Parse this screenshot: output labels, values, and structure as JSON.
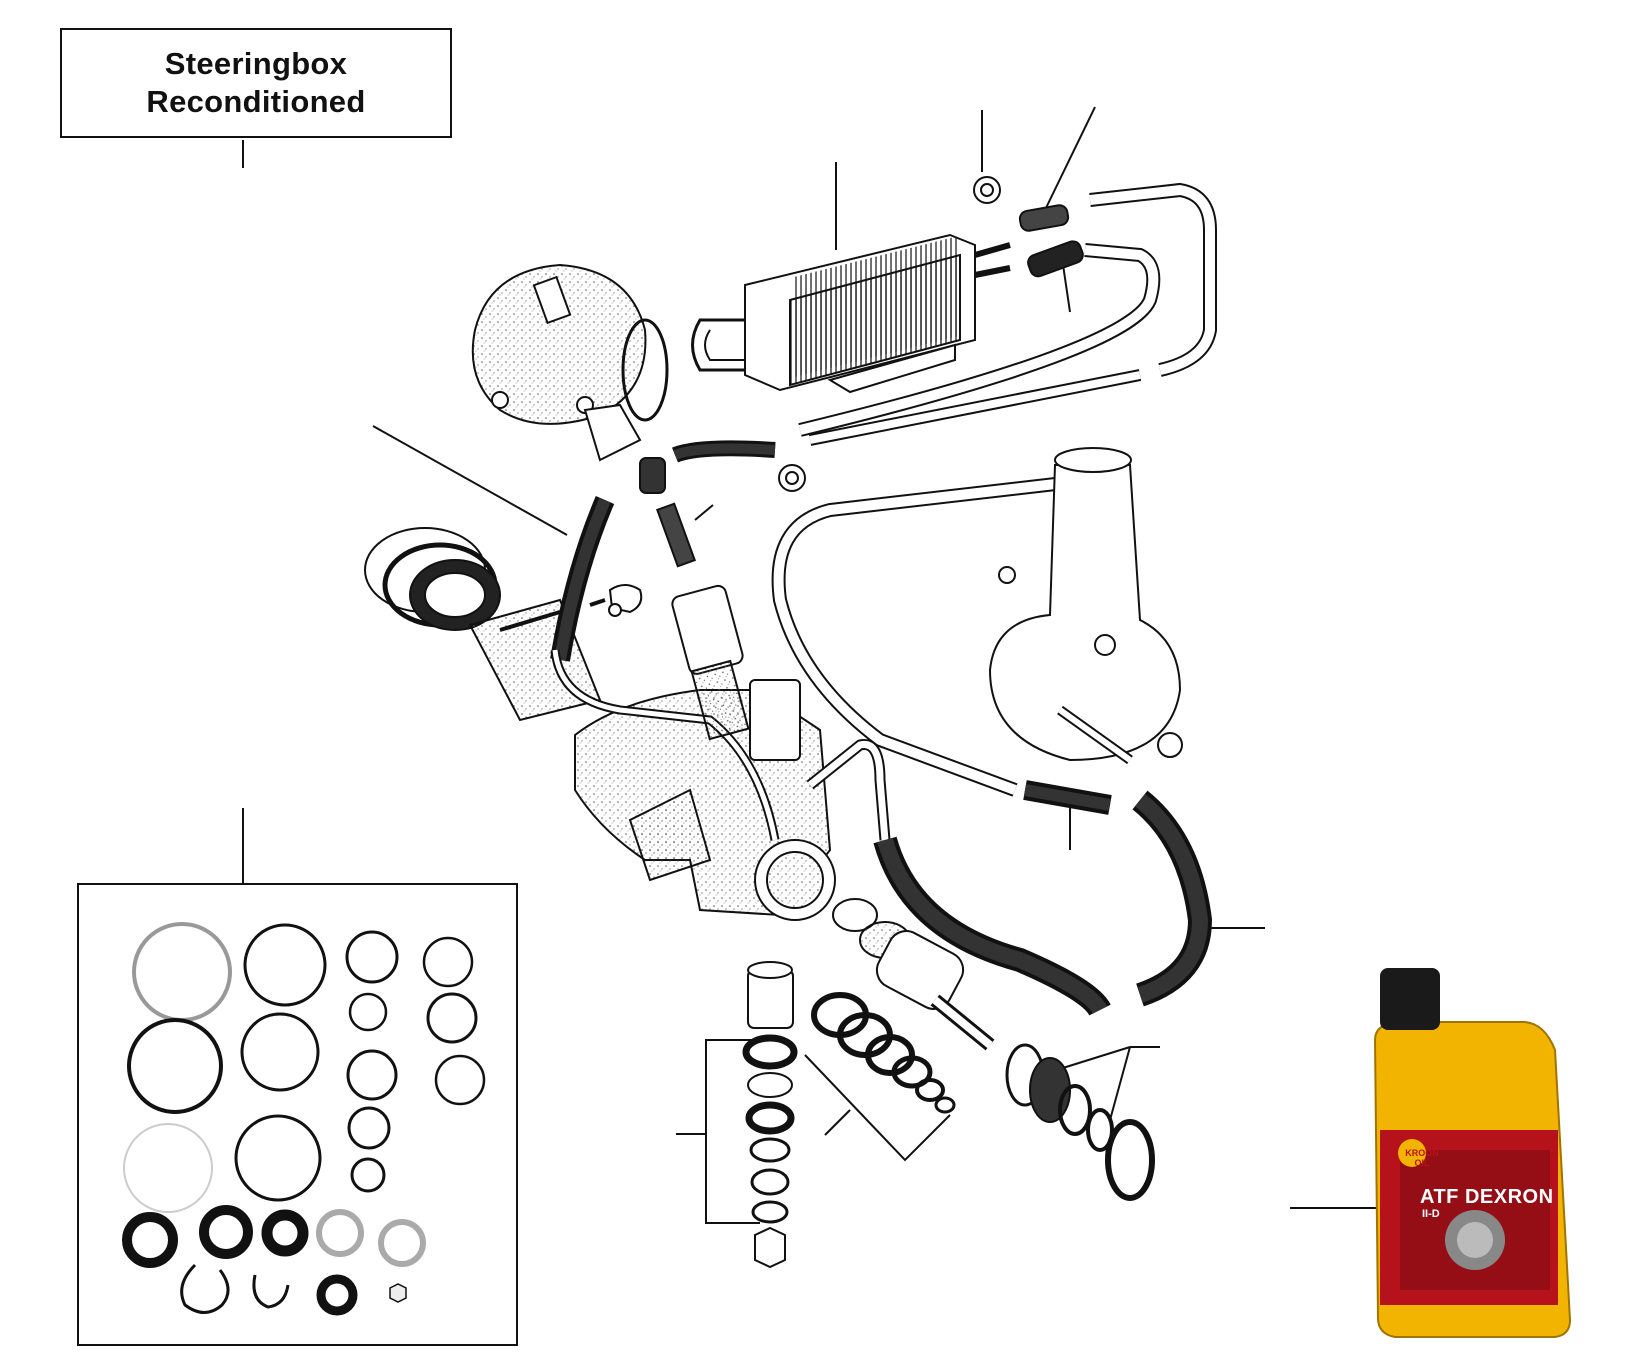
{
  "title": {
    "line1": "Steeringbox",
    "line2": "Reconditioned"
  },
  "oil_bottle": {
    "brand": "KROON OIL",
    "product": "ATF DEXRON",
    "grade": "II-D",
    "colors": {
      "bottle": "#f2b400",
      "label": "#b5121b",
      "cap": "#1a1a1a"
    }
  },
  "colors": {
    "line": "#111111",
    "stipple": "#555555",
    "hose": "#222222"
  }
}
